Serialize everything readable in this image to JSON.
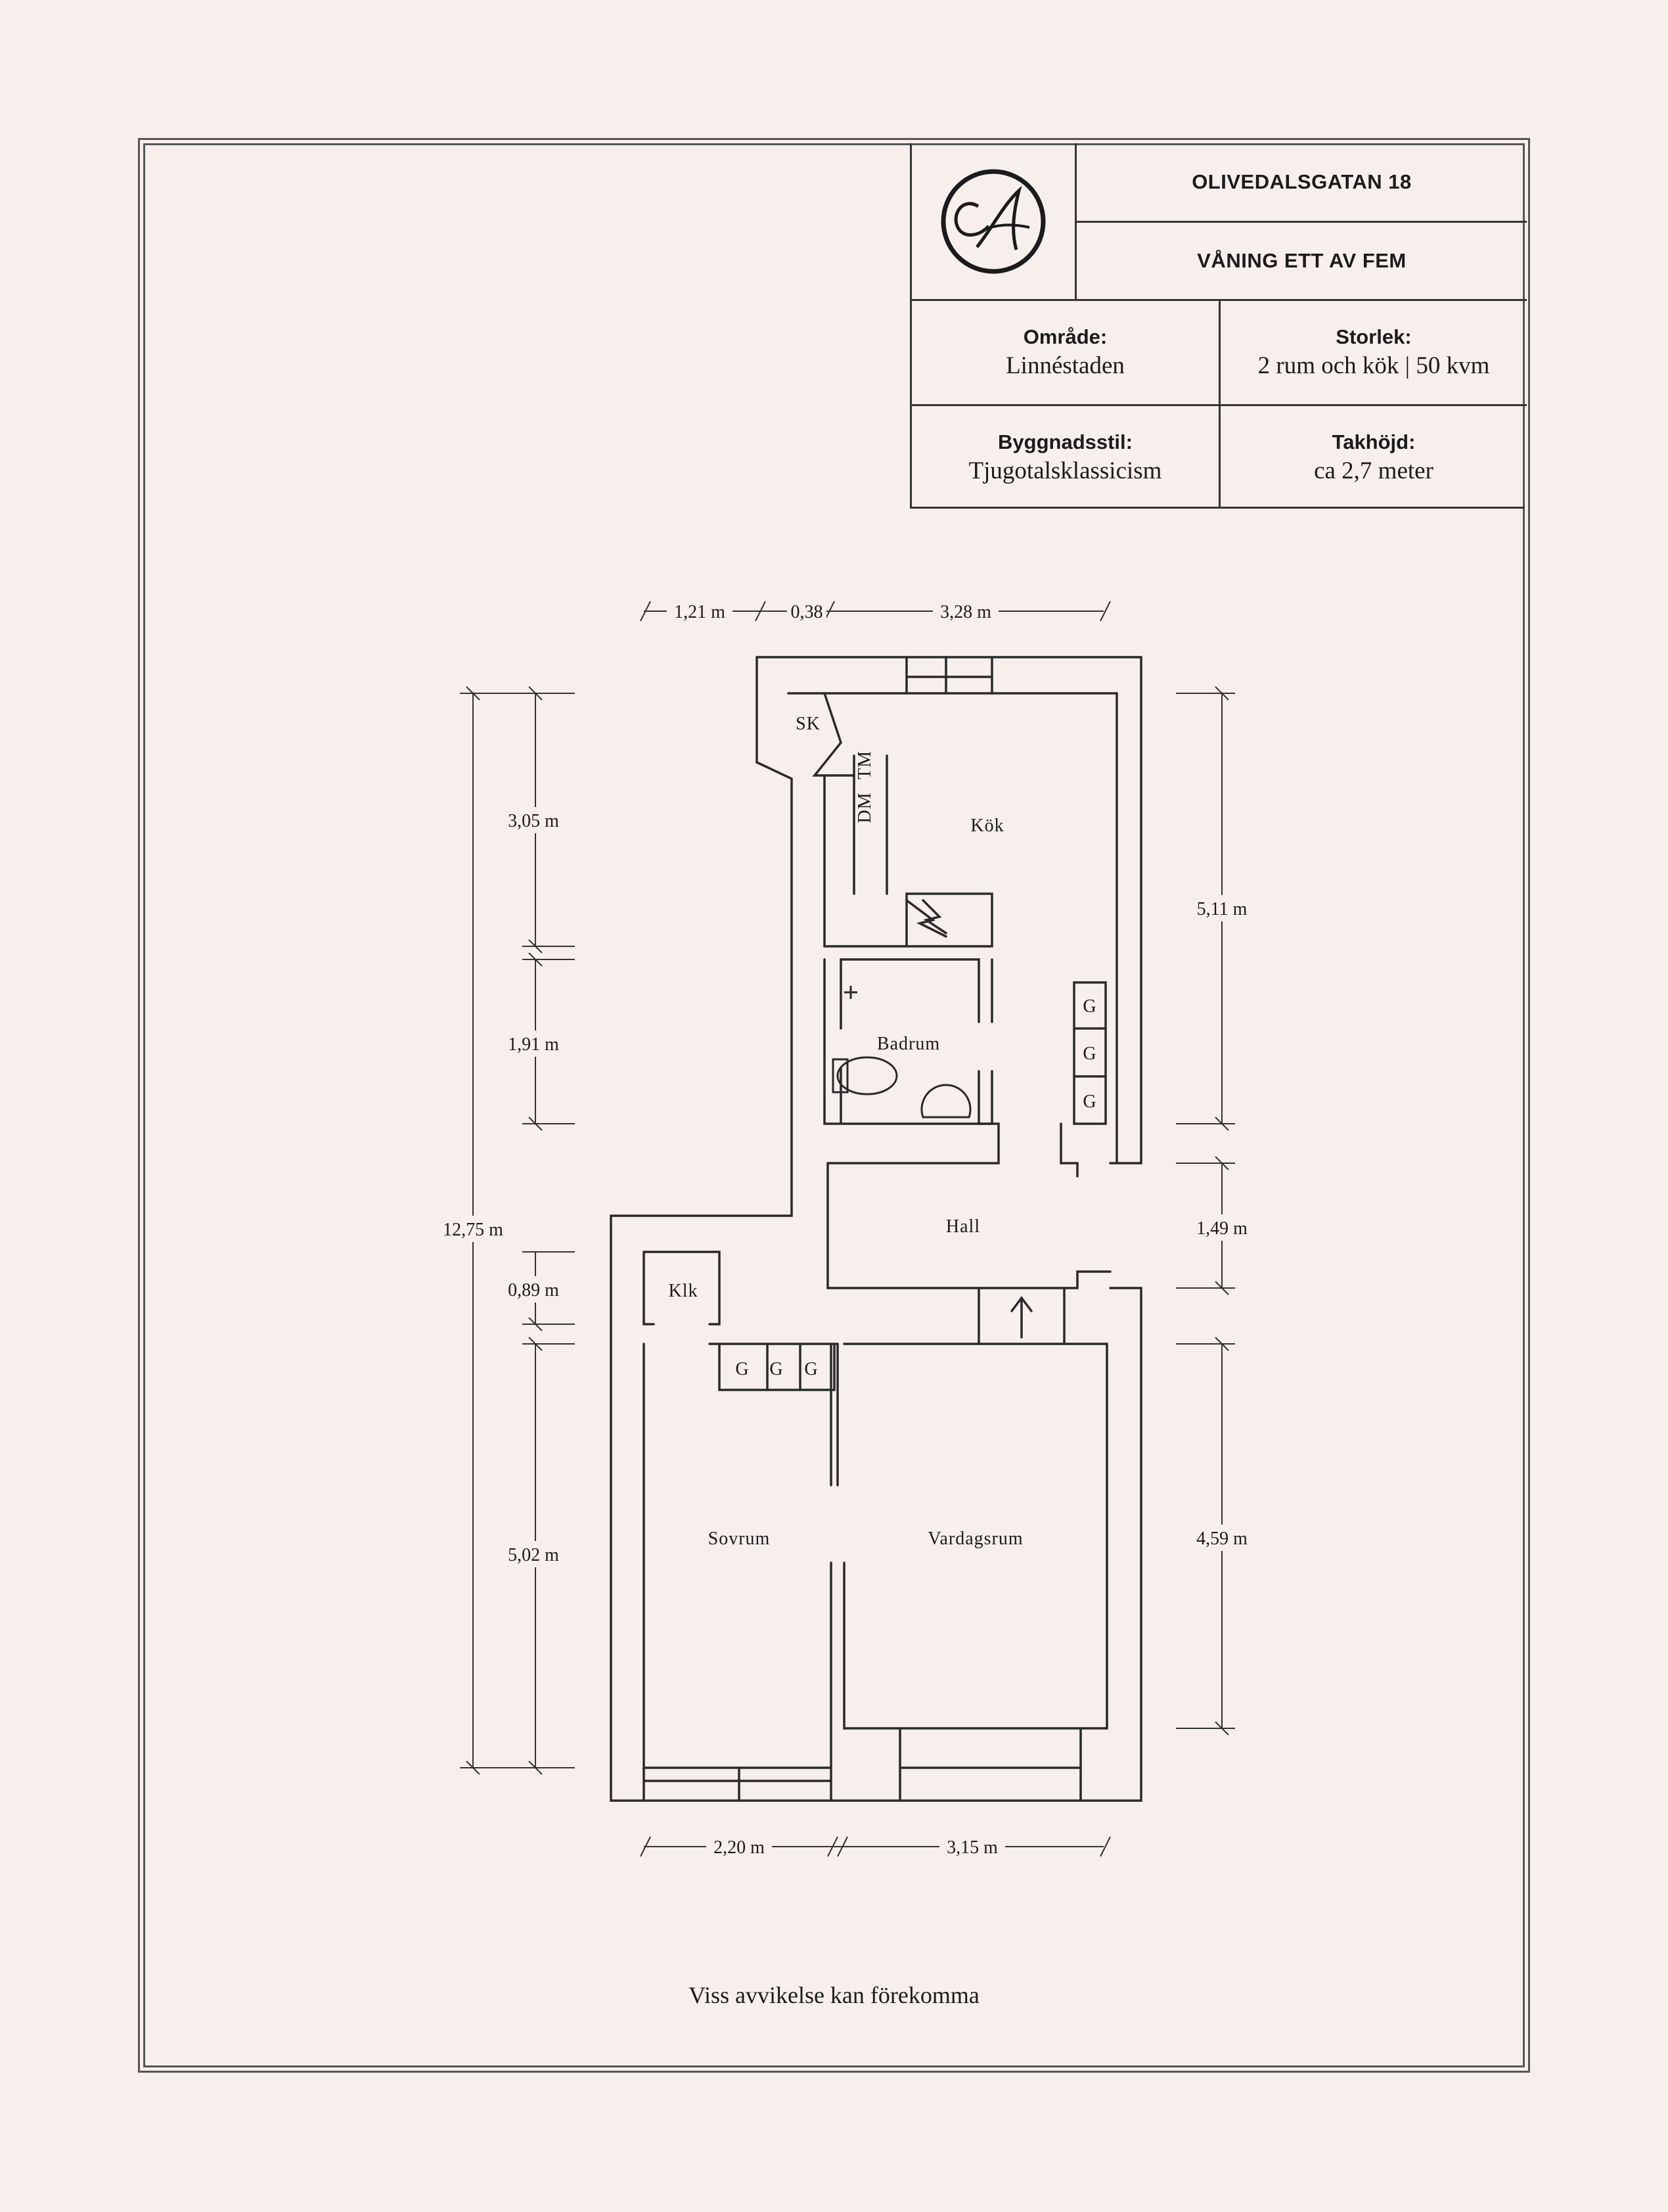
{
  "title_block": {
    "address": "OLIVEDALSGATAN 18",
    "floor": "VÅNING ETT AV FEM",
    "area_label": "Område:",
    "area_value": "Linnéstaden",
    "size_label": "Storlek:",
    "size_value": "2 rum och kök | 50 kvm",
    "style_label": "Byggnadsstil:",
    "style_value": "Tjugotalsklassicism",
    "height_label": "Takhöjd:",
    "height_value": "ca 2,7 meter",
    "logo_icon": "monogram-logo-icon"
  },
  "rooms": {
    "kitchen": "Kök",
    "bathroom": "Badrum",
    "hall": "Hall",
    "bedroom": "Sovrum",
    "living": "Vardagsrum",
    "closet": "Klk",
    "sk": "SK",
    "tm": "TM",
    "dm": "DM",
    "g": "G"
  },
  "dimensions": {
    "top_1": "1,21 m",
    "top_2": "0,38",
    "top_3": "3,28 m",
    "left_1": "3,05 m",
    "left_2": "1,91 m",
    "left_total": "12,75 m",
    "left_3": "0,89 m",
    "left_4": "5,02 m",
    "right_1": "5,11 m",
    "right_2": "1,49 m",
    "right_3": "4,59 m",
    "bottom_1": "2,20 m",
    "bottom_2": "3,15 m"
  },
  "footnote": "Viss avvikelse kan förekomma"
}
